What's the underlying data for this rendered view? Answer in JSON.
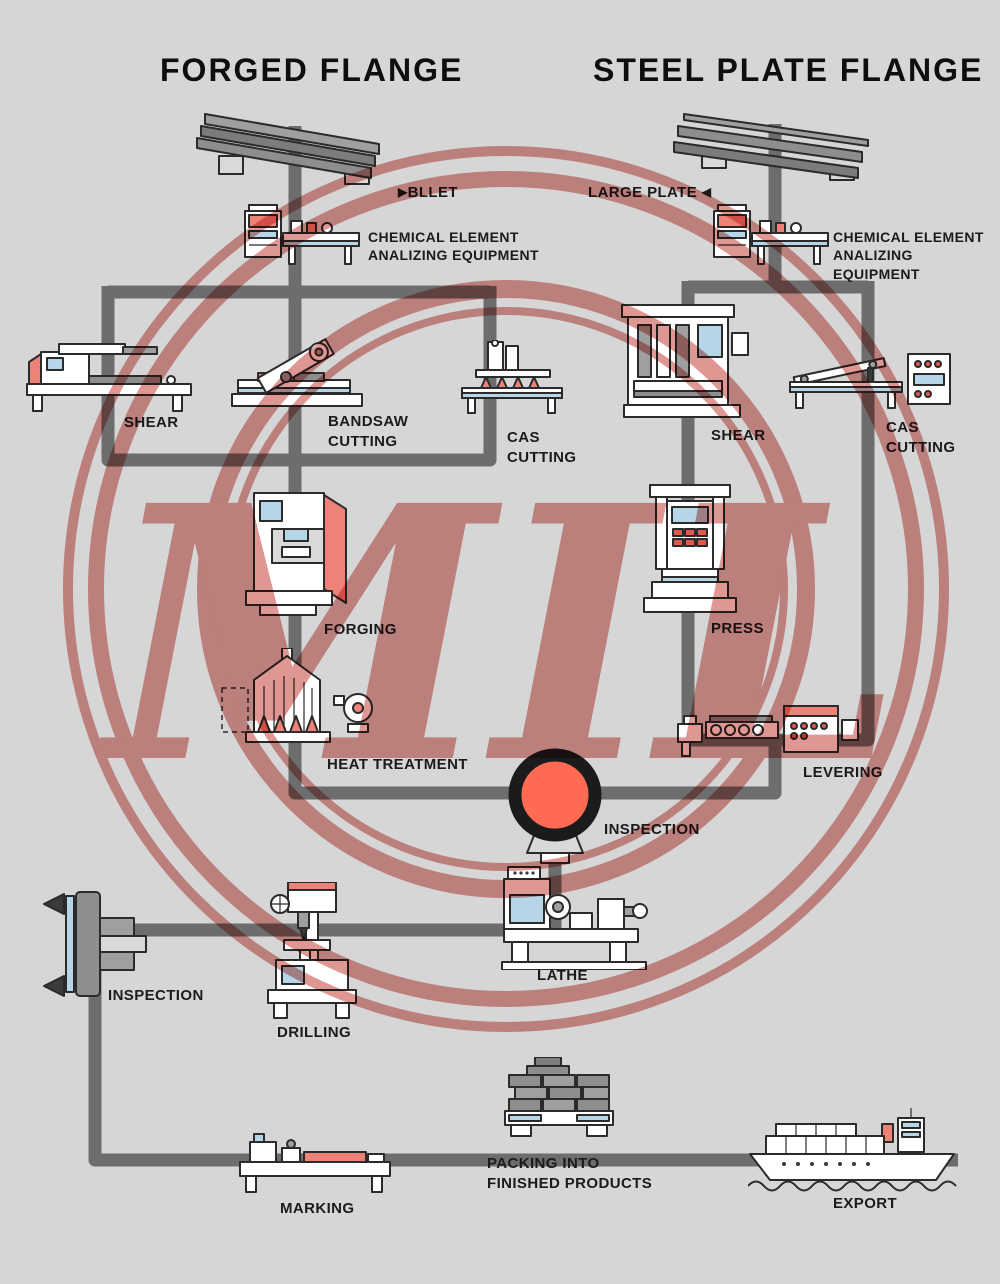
{
  "header": {
    "left_title": "FORGED FLANGE",
    "right_title": "STEEL PLATE FLANGE"
  },
  "watermark": {
    "text": "MIL"
  },
  "labels": {
    "billet": "BLLET",
    "billet_arrow": "▶",
    "large_plate": "LARGE PLATE",
    "large_plate_arrow": "◀",
    "chem_left": "CHEMICAL ELEMENT\nANALIZING EQUIPMENT",
    "chem_right": "CHEMICAL ELEMENT\nANALIZING EQUIPMENT",
    "shear_left": "SHEAR",
    "bandsaw": "BANDSAW\nCUTTING",
    "cas_left": "CAS\nCUTTING",
    "shear_right": "SHEAR",
    "cas_right": "CAS\nCUTTING",
    "forging": "FORGING",
    "press": "PRESS",
    "heat_treatment": "HEAT TREATMENT",
    "levering": "LEVERING",
    "inspection_center": "INSPECTION",
    "lathe": "LATHE",
    "drilling": "DRILLING",
    "inspection_left": "INSPECTION",
    "marking": "MARKING",
    "packing": "PACKING INTO\nFINISHED PRODUCTS",
    "export": "EXPORT"
  },
  "colors": {
    "accent_red": "#e2574c",
    "salmon": "#ef8276",
    "blue": "#b5d6e6",
    "pipe": "#6d6d6d",
    "watermark": "#c5413c",
    "inspection_dot": "#ff6a52"
  }
}
